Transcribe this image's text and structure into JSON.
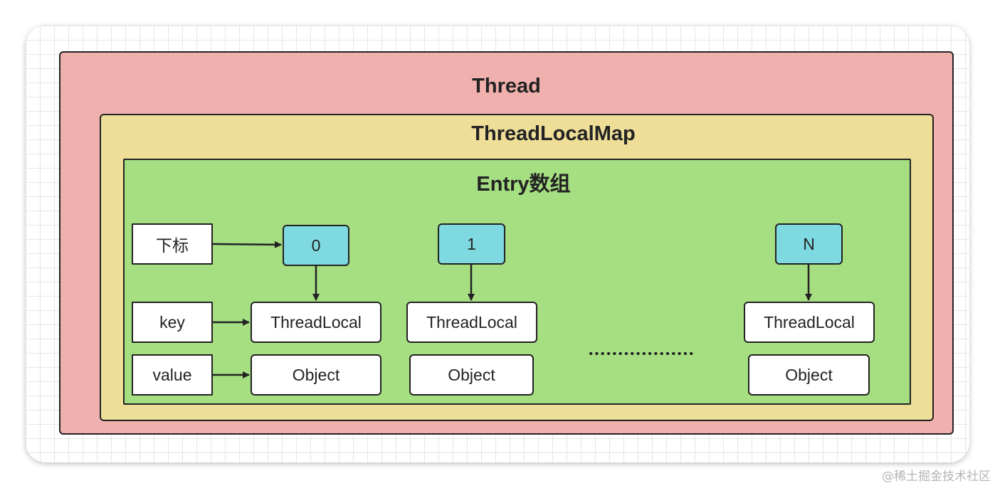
{
  "thread": {
    "title": "Thread"
  },
  "thread_local_map": {
    "title": "ThreadLocalMap"
  },
  "entry_array": {
    "title": "Entry数组",
    "row_labels": {
      "index": "下标",
      "key": "key",
      "value": "value"
    },
    "slots": [
      {
        "index": "0",
        "key": "ThreadLocal",
        "value": "Object"
      },
      {
        "index": "1",
        "key": "ThreadLocal",
        "value": "Object"
      },
      {
        "index": "N",
        "key": "ThreadLocal",
        "value": "Object"
      }
    ],
    "ellipsis": "................"
  },
  "watermark": "@稀土掘金技术社区",
  "colors": {
    "thread_bg": "#f0b1ae",
    "map_bg": "#eede98",
    "entry_bg": "#a6de82",
    "index_bg": "#7fd9e0",
    "cell_bg": "#ffffff",
    "stroke": "#222222"
  }
}
